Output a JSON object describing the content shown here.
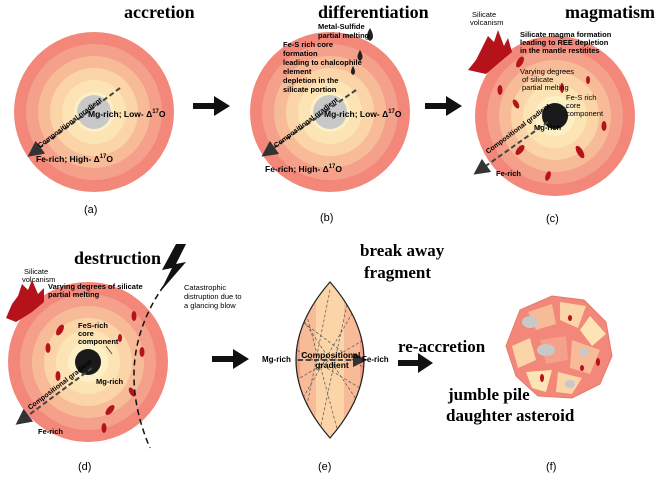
{
  "stage_titles": {
    "accretion": "accretion",
    "differentiation": "differentiation",
    "magmatism": "magmatism",
    "destruction": "destruction",
    "break_away_line1": "break away",
    "break_away_line2": "fragment",
    "re_accretion": "re-accretion",
    "jumble_line1": "jumble pile",
    "jumble_line2": "daughter asteroid"
  },
  "panel_labels": {
    "a": "(a)",
    "b": "(b)",
    "c": "(c)",
    "d": "(d)",
    "e": "(e)",
    "f": "(f)"
  },
  "labels": {
    "mg_rich_low": "Mg-rich; Low- Δ",
    "fe_rich_high": "Fe-rich; High- Δ",
    "o17_sup": "17",
    "o17_base": "O",
    "compositional_gradient": "Compositional gradient",
    "metal_sulfide_1": "Metal-Sulfide",
    "metal_sulfide_2": "partial melting",
    "fes_core_1": "Fe-S rich core",
    "fes_core_2": "formation",
    "fes_core_3": "leading to chalcophile",
    "fes_core_4": "element",
    "fes_core_5": "depletion in the",
    "fes_core_6": "silicate portion",
    "silicate_volcanism_1": "Silicate",
    "silicate_volcanism_2": "volcanism",
    "silicate_magma_1": "Silicate magma formation",
    "silicate_magma_2": "leading to REE depletion",
    "silicate_magma_3": "in the mantle restitites",
    "varying_1": "Varying degrees",
    "varying_2": "of silicate",
    "varying_3": "partial melting",
    "varying_d_1": "Varying degrees of silicate",
    "varying_d_2": "partial melting",
    "fes_rich_1": "Fe-S rich",
    "fes_rich_2": "core",
    "fes_rich_3": "component",
    "fes_d_1": "FeS-rich",
    "fes_d_2": "core",
    "fes_d_3": "component",
    "mg_rich": "Mg-rich",
    "fe_rich": "Fe-rich",
    "catastrophic_1": "Catastrophic",
    "catastrophic_2": "distruption due to",
    "catastrophic_3": "a glancing blow",
    "compositional_e_1": "Compositional",
    "compositional_e_2": "gradient"
  },
  "colors": {
    "ring1": "#f2877a",
    "ring2": "#f5a08a",
    "ring3": "#f8bb98",
    "ring4": "#fbd4a8",
    "ring5": "#fde4b4",
    "ring6": "#fef0c6",
    "core_gray": "#c8c8c8",
    "core_black": "#1a1a1a",
    "melt_red": "#b5121b",
    "arrow_black": "#111111"
  },
  "icons": [
    "arrow-right-icon",
    "lightning-bolt-icon",
    "melt-droplet-icon",
    "volcano-icon"
  ]
}
